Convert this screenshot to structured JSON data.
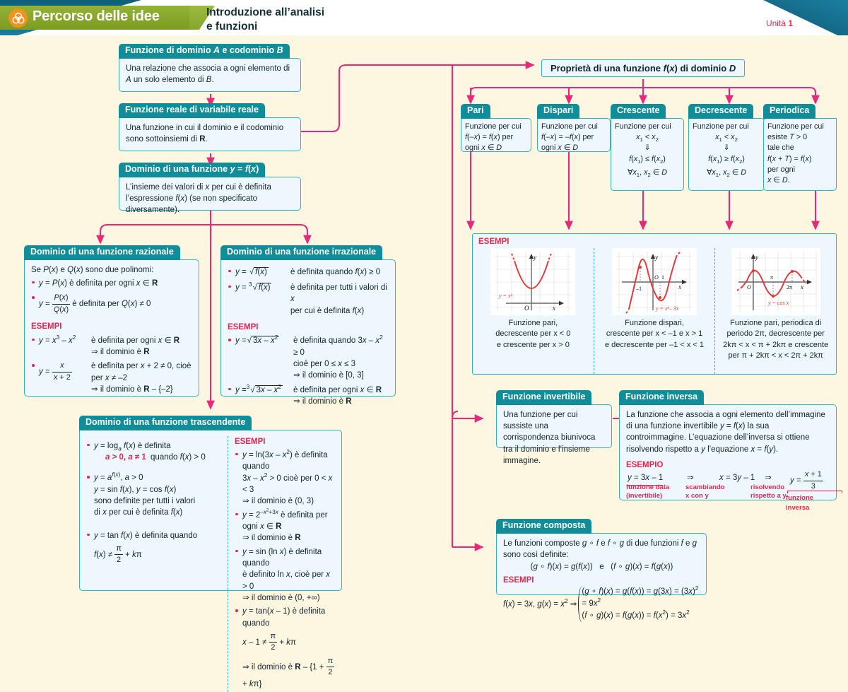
{
  "header": {
    "brand": "Percorso delle idee",
    "title": "Introduzione all’analisi\ne funzioni",
    "unit_label": "Unità",
    "unit_number": "1",
    "logo_icon": "venn-diagram-icon"
  },
  "boxes": {
    "dominio_codominio": {
      "title": "Funzione di dominio A e codominio B",
      "body": "Una relazione che associa a ogni elemento di A un solo elemento di B."
    },
    "reale_variabile_reale": {
      "title": "Funzione reale di variabile reale",
      "body": "Una funzione in cui il dominio e il codominio sono sottoinsiemi di R."
    },
    "dominio_funzione": {
      "title": "Dominio di una funzione y = f(x)",
      "body": "L’insieme dei valori di x per cui è definita l’espressione f(x) (se non specificato diversamente)."
    },
    "razionale": {
      "title": "Dominio di una funzione razionale",
      "intro": "Se P(x) e Q(x) sono due polinomi:",
      "rules": [
        "y = P(x) è definita per ogni x ∈ R",
        "y = P(x)/Q(x) è definita per Q(x) ≠ 0"
      ],
      "esempi_label": "ESEMPI",
      "esempi": [
        {
          "fn": "y = x³ – x²",
          "text": "è definita per ogni x ∈ R\n⇒ il dominio è R"
        },
        {
          "fn": "y = x/(x + 2)",
          "text": "è definita per x + 2 ≠ 0, cioè per x ≠ –2\n⇒ il dominio è R – {–2}"
        }
      ]
    },
    "irrazionale": {
      "title": "Dominio di una funzione irrazionale",
      "rules": [
        {
          "fn": "y = √f(x)",
          "text": "è definita quando f(x) ≥ 0"
        },
        {
          "fn": "y = ∛f(x)",
          "text": "è definita per tutti i valori di x per cui è definita f(x)"
        }
      ],
      "esempi_label": "ESEMPI",
      "esempi": [
        {
          "fn": "y = √(3x – x²)",
          "text": "è definita quando 3x – x² ≥ 0 cioè per 0 ≤ x ≤ 3\n⇒ il dominio è [0, 3]"
        },
        {
          "fn": "y = ∛(3x – x²)",
          "text": "è definita per ogni x ∈ R\n⇒ il dominio è R"
        }
      ]
    },
    "trascendente": {
      "title": "Dominio di una funzione trascendente",
      "rules": [
        "y = log_a f(x) è definita quando f(x) > 0",
        "a > 0, a ≠ 1",
        "y = a^f(x), a > 0\ny = sin f(x), y = cos f(x)\nsono definite per tutti i valori di x per cui è definita f(x)",
        "y = tan f(x) è definita quando f(x) ≠ π/2 + kπ"
      ],
      "esempi_label": "ESEMPI",
      "esempi": [
        "y = ln(3x – x²) è definita quando 3x – x² > 0 cioè per 0 < x < 3\n⇒ il dominio è (0, 3)",
        "y = 2^(–x²+3x) è definita per ogni x ∈ R\n⇒ il dominio è R",
        "y = sin (ln x) è definita quando è definito ln x, cioè per x > 0\n⇒ il dominio è (0, +∞)",
        "y = tan(x – 1) è definita quando x – 1 ≠ π/2 + kπ\n⇒ il dominio è R – {1 + π/2 + kπ}"
      ]
    },
    "proprieta": {
      "title": "Proprietà di una funzione f(x) di dominio D"
    },
    "pari": {
      "title": "Pari",
      "body": "Funzione per cui f(–x) = f(x) per ogni x ∈ D"
    },
    "dispari": {
      "title": "Dispari",
      "body": "Funzione per cui f(–x) = –f(x) per ogni x ∈ D"
    },
    "crescente": {
      "title": "Crescente",
      "intro": "Funzione per cui",
      "l1": "x₁ < x₂",
      "l2": "⇓",
      "l3": "f(x₁) ≤ f(x₂)",
      "l4": "∀x₁, x₂ ∈ D"
    },
    "decrescente": {
      "title": "Decrescente",
      "intro": "Funzione per cui",
      "l1": "x₁ < x₂",
      "l2": "⇓",
      "l3": "f(x₁) ≥ f(x₂)",
      "l4": "∀x₁, x₂ ∈ D"
    },
    "periodica": {
      "title": "Periodica",
      "body": "Funzione per cui esiste T > 0 tale che f(x + T) = f(x) per ogni x ∈ D."
    },
    "invertibile": {
      "title": "Funzione invertibile",
      "body": "Una funzione per cui sussiste una corrispondenza biunivoca tra il dominio e l’insieme immagine."
    },
    "inversa": {
      "title": "Funzione inversa",
      "body": "La funzione che associa a ogni elemento dell’immagine di una funzione invertibile y = f(x) la sua controimmagine. L’equazione dell’inversa si ottiene risolvendo rispetto a y l’equazione x = f(y).",
      "esempio_label": "ESEMPIO",
      "step1": "y = 3x – 1",
      "step1_note": "funzione data\n(invertibile)",
      "arrow1": "⇒",
      "arrow1_note": "scambiando\nx con y",
      "step2": "x = 3y – 1",
      "arrow2": "⇒",
      "arrow2_note": "risolvendo\nrispetto a y",
      "step3": "y = (x + 1)/3",
      "step3_note": "funzione inversa"
    },
    "composta": {
      "title": "Funzione composta",
      "body": "Le funzioni composte g ∘ f e f ∘ g di due funzioni f e g sono così definite:",
      "formula": "(g ∘ f)(x) = g(f(x))   e   (f ∘ g)(x) = f(g(x))",
      "esempi_label": "ESEMPI",
      "given": "f(x) = 3x, g(x) = x² ⇒",
      "sys1": "(g ∘ f)(x) = g(f(x)) = g(3x) = (3x)² = 9x²",
      "sys2": "(f ∘ g)(x) = f(g(x)) = f(x²) = 3x²"
    }
  },
  "examples_panel": {
    "label": "ESEMPI",
    "items": [
      {
        "graph_label": "y = x²",
        "caption": "Funzione pari,\ndecrescente per x < 0\ne crescente per x > 0",
        "axis_x": "x",
        "axis_y": "y",
        "origin": "O",
        "ticks": []
      },
      {
        "graph_label": "y = x³ – 3x",
        "caption": "Funzione dispari,\ncrescente per x < –1 e x > 1\ne decrescente per –1 < x < 1",
        "axis_x": "x",
        "axis_y": "y",
        "origin": "O",
        "ticks": [
          "–1",
          "1"
        ]
      },
      {
        "graph_label": "y = cos x",
        "caption": "Funzione pari, periodica di\nperiodo 2π, decrescente per\n2kπ < x < π + 2kπ e crescente\nper π + 2kπ < x < 2π + 2kπ",
        "axis_x": "x",
        "axis_y": "y",
        "origin": "O",
        "ticks": [
          "π",
          "2π"
        ]
      }
    ]
  },
  "colors": {
    "page_bg": "#fdf6e0",
    "teal_header": "#0f8d99",
    "box_border": "#2fb3bf",
    "box_fill": "#eef7fd",
    "connector": "#e8297a",
    "accent_red": "#e8264f",
    "brand_green": "#93b335",
    "brand_orange": "#f3921f",
    "brand_teal_dark": "#0f5f7a"
  }
}
